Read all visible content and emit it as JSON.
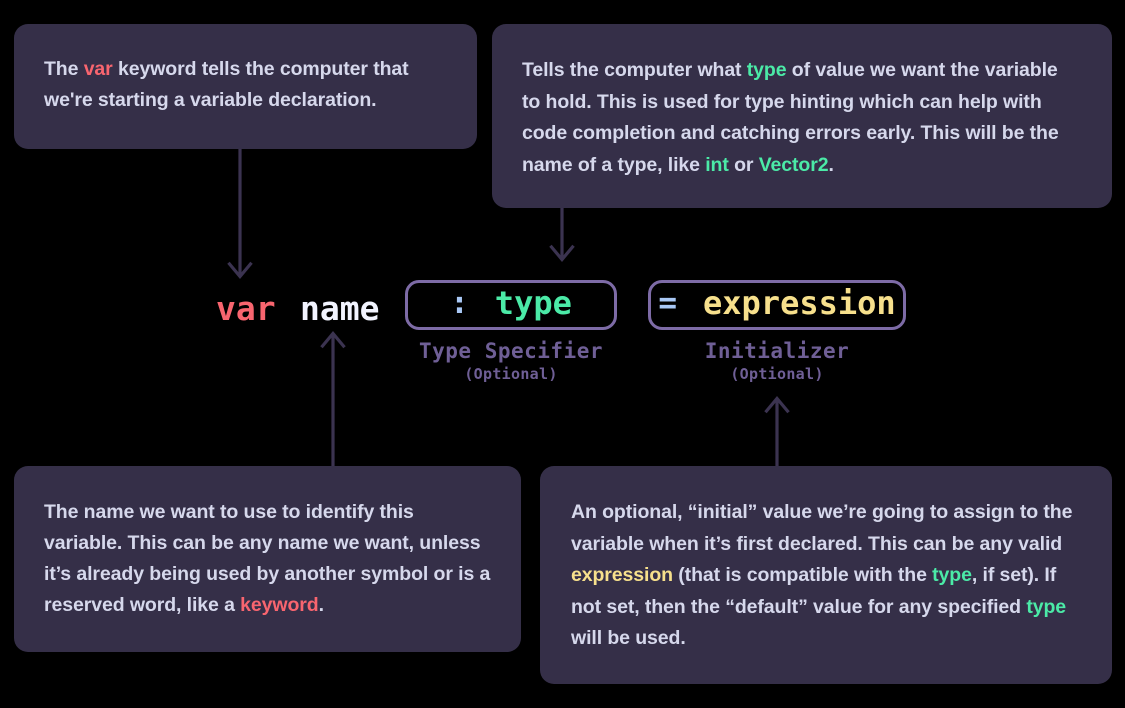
{
  "theme": {
    "page_background": "#000000",
    "callout_background": "#352F48",
    "callout_text": "#D6D8EC",
    "arrow_color": "#3B3350",
    "group_border": "#7D6BA6",
    "label_color": "#6F5F96",
    "keyword_red": "#F8656F",
    "type_green": "#4BEAA7",
    "expression_gold": "#F7E08C",
    "operator_blue": "#A9C8F5",
    "name_white": "#F2F4FF"
  },
  "callouts": {
    "var_keyword": {
      "segments": [
        {
          "text": "The ",
          "style": "plain"
        },
        {
          "text": "var",
          "style": "keyword-red"
        },
        {
          "text": " keyword tells the computer that we're starting a variable declaration.",
          "style": "plain"
        }
      ]
    },
    "type_specifier": {
      "segments": [
        {
          "text": "Tells the computer what ",
          "style": "plain"
        },
        {
          "text": "type",
          "style": "type-green"
        },
        {
          "text": " of value we want the variable to hold. This is used for type hinting which can help with code completion and catching errors early. This will be the name of a type, like ",
          "style": "plain"
        },
        {
          "text": "int",
          "style": "type-green"
        },
        {
          "text": " or ",
          "style": "plain"
        },
        {
          "text": "Vector2",
          "style": "type-green"
        },
        {
          "text": ".",
          "style": "plain"
        }
      ]
    },
    "name": {
      "segments": [
        {
          "text": "The name we want to use to identify this variable. This can be any name we want, unless it’s already being used by another symbol or is a reserved word, like a ",
          "style": "plain"
        },
        {
          "text": "keyword",
          "style": "keyword-red"
        },
        {
          "text": ".",
          "style": "plain"
        }
      ]
    },
    "initializer": {
      "segments": [
        {
          "text": "An optional, “initial” value we’re going to assign to the variable when it’s first declared. This can be any valid ",
          "style": "plain"
        },
        {
          "text": "expression",
          "style": "expression-gold"
        },
        {
          "text": " (that is compatible with the ",
          "style": "plain"
        },
        {
          "text": "type",
          "style": "type-green"
        },
        {
          "text": ", if set). If not set, then the “default” value for any specified ",
          "style": "plain"
        },
        {
          "text": "type",
          "style": "type-green"
        },
        {
          "text": " will be used.",
          "style": "plain"
        }
      ]
    }
  },
  "syntax": {
    "var_token": "var",
    "name_token": "name",
    "type_group": {
      "operator": ":",
      "value": "type",
      "label": "Type Specifier",
      "sublabel": "(Optional)"
    },
    "initializer_group": {
      "operator": "=",
      "value": "expression",
      "label": "Initializer",
      "sublabel": "(Optional)"
    }
  },
  "arrows": [
    {
      "name": "arrow-var-to-token",
      "direction": "down"
    },
    {
      "name": "arrow-type-to-group",
      "direction": "down"
    },
    {
      "name": "arrow-name-to-token",
      "direction": "up"
    },
    {
      "name": "arrow-initializer-to-group",
      "direction": "up"
    }
  ]
}
